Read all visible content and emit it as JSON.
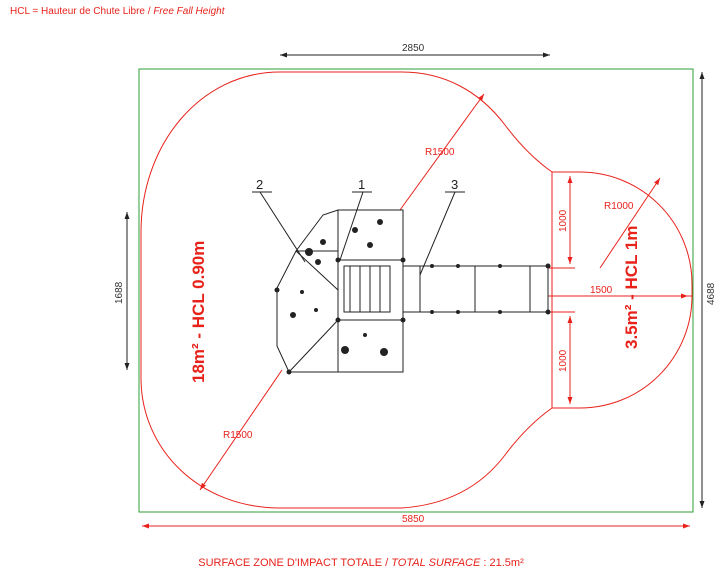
{
  "legend": {
    "prefix": "HCL = Hauteur de Chute Libre / ",
    "italic": "Free Fall Height"
  },
  "dimensions": {
    "top_width": "2850",
    "total_width": "5850",
    "total_height": "4688",
    "left_height": "1688",
    "radius_main_top": "R1500",
    "radius_main_bottom": "R1500",
    "radius_small": "R1000",
    "small_offset": "1500",
    "small_upper": "1000",
    "small_lower": "1000"
  },
  "zones": {
    "main": "18m² - HCL 0.90m",
    "small": "3.5m² - HCL 1m"
  },
  "part_numbers": [
    "1",
    "2",
    "3"
  ],
  "footer": {
    "prefix": "SURFACE ZONE D'IMPACT TOTALE / ",
    "italic": "TOTAL SURFACE",
    "suffix": " : 21.5m²"
  },
  "colors": {
    "zone_outline": "#e8221b",
    "boundary": "#2e9e3a",
    "drawing": "#222222"
  }
}
